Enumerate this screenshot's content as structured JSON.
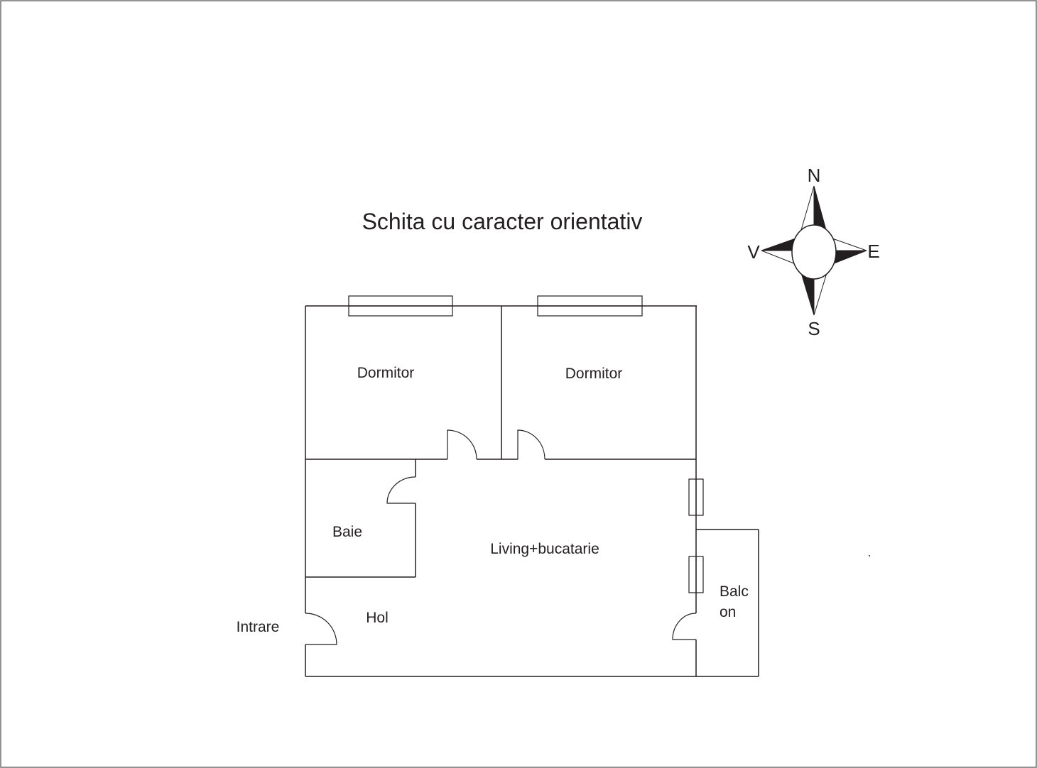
{
  "title": "Schita cu caracter orientativ",
  "rooms": {
    "bedroom_left": "Dormitor",
    "bedroom_right": "Dormitor",
    "bathroom": "Baie",
    "living": "Living+bucatarie",
    "hall": "Hol",
    "entrance": "Intrare",
    "balcony_line1": "Balc",
    "balcony_line2": "on"
  },
  "compass": {
    "north": "N",
    "east": "E",
    "south": "S",
    "west": "V"
  },
  "colors": {
    "line": "#231f20",
    "background": "#ffffff"
  }
}
